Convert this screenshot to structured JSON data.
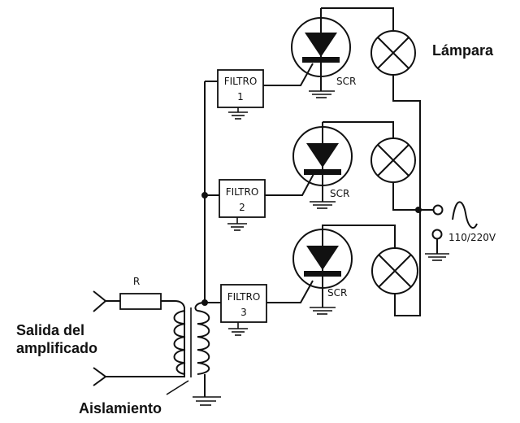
{
  "labels": {
    "lamp": "Lámpara",
    "input": "Salida del",
    "input_line2": "amplificado",
    "isolation": "Aislamiento",
    "resistor": "R",
    "supply": "110/220V"
  },
  "channels": [
    {
      "filter_title": "FILTRO",
      "filter_number": "1",
      "scr_label": "SCR"
    },
    {
      "filter_title": "FILTRO",
      "filter_number": "2",
      "scr_label": "SCR"
    },
    {
      "filter_title": "FILTRO",
      "filter_number": "3",
      "scr_label": "SCR"
    }
  ],
  "colors": {
    "ink": "#111111",
    "background": "#ffffff"
  }
}
